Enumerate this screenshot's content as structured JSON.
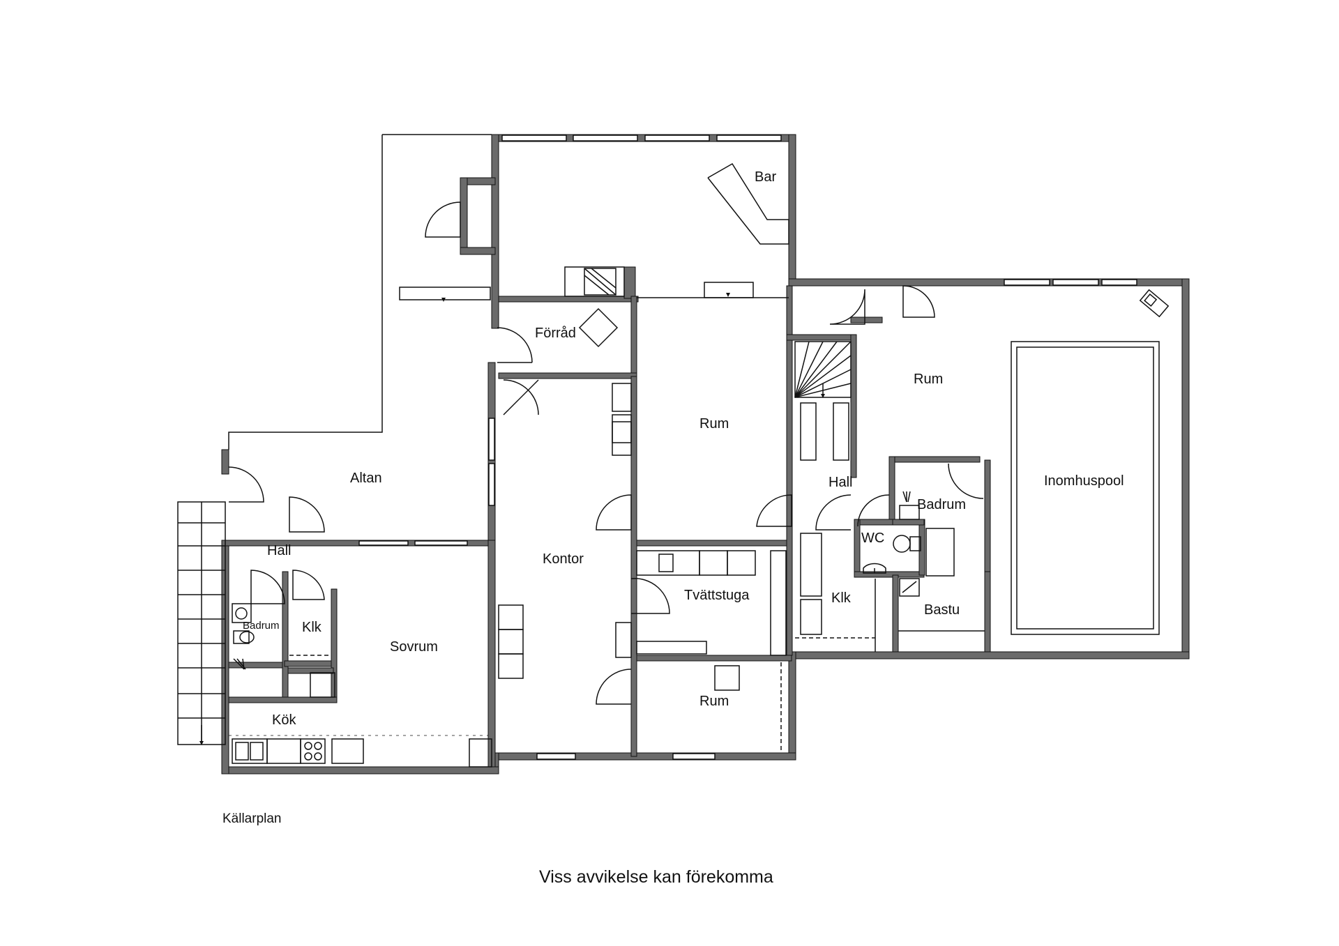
{
  "plan": {
    "title": "Källarplan",
    "disclaimer": "Viss avvikelse kan förekomma"
  },
  "rooms": {
    "bar": "Bar",
    "forrad": "Förråd",
    "rum_middle": "Rum",
    "rum_right": "Rum",
    "altan": "Altan",
    "hall_left": "Hall",
    "hall_middle": "Hall",
    "kontor": "Kontor",
    "sovrum": "Sovrum",
    "badrum_left": "Badrum",
    "klk_left": "Klk",
    "kok": "Kök",
    "tvattstuga": "Tvättstuga",
    "rum_bottom": "Rum",
    "klk_right": "Klk",
    "wc": "WC",
    "badrum_right": "Badrum",
    "bastu": "Bastu",
    "inomhuspool": "Inomhuspool"
  },
  "colors": {
    "wall": "#6b6b6b",
    "wall_outline": "#111111",
    "line": "#111111"
  }
}
